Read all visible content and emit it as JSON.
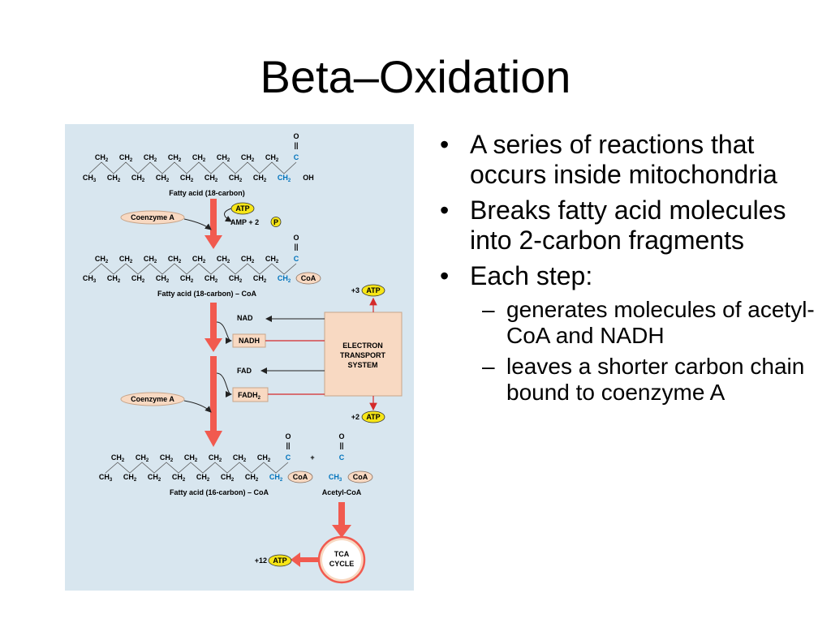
{
  "slide": {
    "title": "Beta–Oxidation"
  },
  "bullets": {
    "marker": "•",
    "sub_marker": "–",
    "b1": "A series of reactions that occurs inside mitochondria",
    "b2": "Breaks fatty acid molecules into 2-carbon fragments",
    "b3": "Each step:",
    "b3_sub1": "generates molecules of acetyl-CoA and NADH",
    "b3_sub2": "leaves a shorter carbon chain bound to coenzyme A"
  },
  "diagram": {
    "chain": {
      "ch2": "CH",
      "ch3": "CH",
      "sub2": "2",
      "sub3": "3",
      "c": "C",
      "o": "O",
      "double_bond": "||",
      "oh": "OH",
      "coa": "CoA",
      "plus": "+"
    },
    "labels": {
      "fatty18": "Fatty acid (18-carbon)",
      "fatty18_coa": "Fatty acid (18-carbon) – CoA",
      "fatty16_coa": "Fatty acid (16-carbon) – CoA",
      "acetyl_coa": "Acetyl-CoA"
    },
    "coenzyme_a": "Coenzyme A",
    "atp": "ATP",
    "amp_text": "AMP + 2",
    "phosphate": "P",
    "plus3": "+3",
    "plus2": "+2",
    "plus12": "+12",
    "nad": "NAD",
    "nadh": "NADH",
    "fad": "FAD",
    "fadh": "FADH",
    "fadh_sub": "2",
    "ets": [
      "ELECTRON",
      "TRANSPORT",
      "SYSTEM"
    ],
    "tca": [
      "TCA",
      "CYCLE"
    ],
    "colors": {
      "panel": "#d8e6ef",
      "arrow": "#f15a4f",
      "atp_fill": "#f7e617",
      "box_fill": "#f8d9c2",
      "carbon_blue": "#0073bc",
      "line_red": "#d42a2a"
    }
  }
}
